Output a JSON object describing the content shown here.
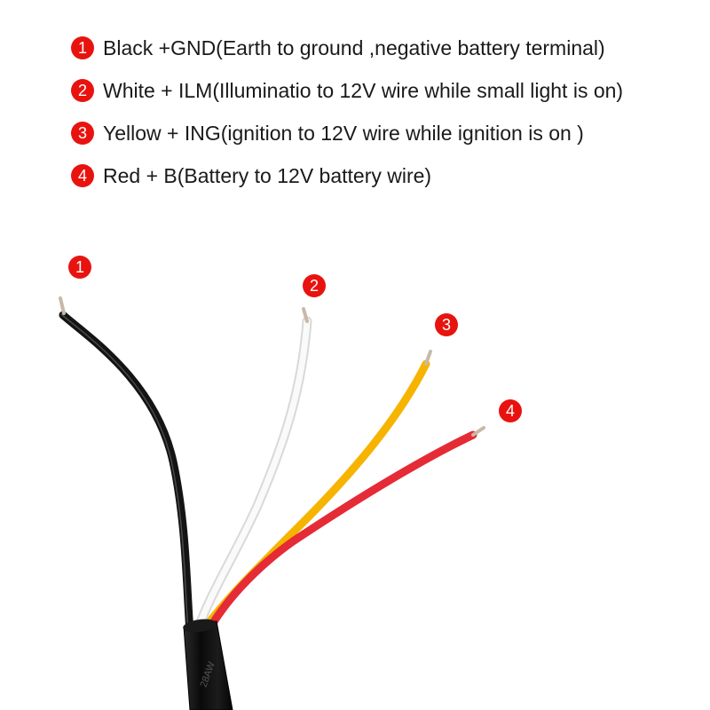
{
  "legend": [
    {
      "num": "1",
      "text": "Black +GND(Earth to ground ,negative battery terminal)"
    },
    {
      "num": "2",
      "text": "White + ILM(Illuminatio to 12V wire while small light is on)"
    },
    {
      "num": "3",
      "text": "Yellow + ING(ignition to 12V wire while ignition is on )"
    },
    {
      "num": "4",
      "text": "Red + B(Battery to 12V battery wire)"
    }
  ],
  "markers": [
    "1",
    "2",
    "3",
    "4"
  ],
  "cable_print": "28AW",
  "colors": {
    "badge": "#e8130f",
    "wire_black": "#141414",
    "wire_white": "#f4f4f4",
    "wire_yellow": "#f6b400",
    "wire_red": "#e52b36",
    "jacket": "#0e0e0e"
  }
}
